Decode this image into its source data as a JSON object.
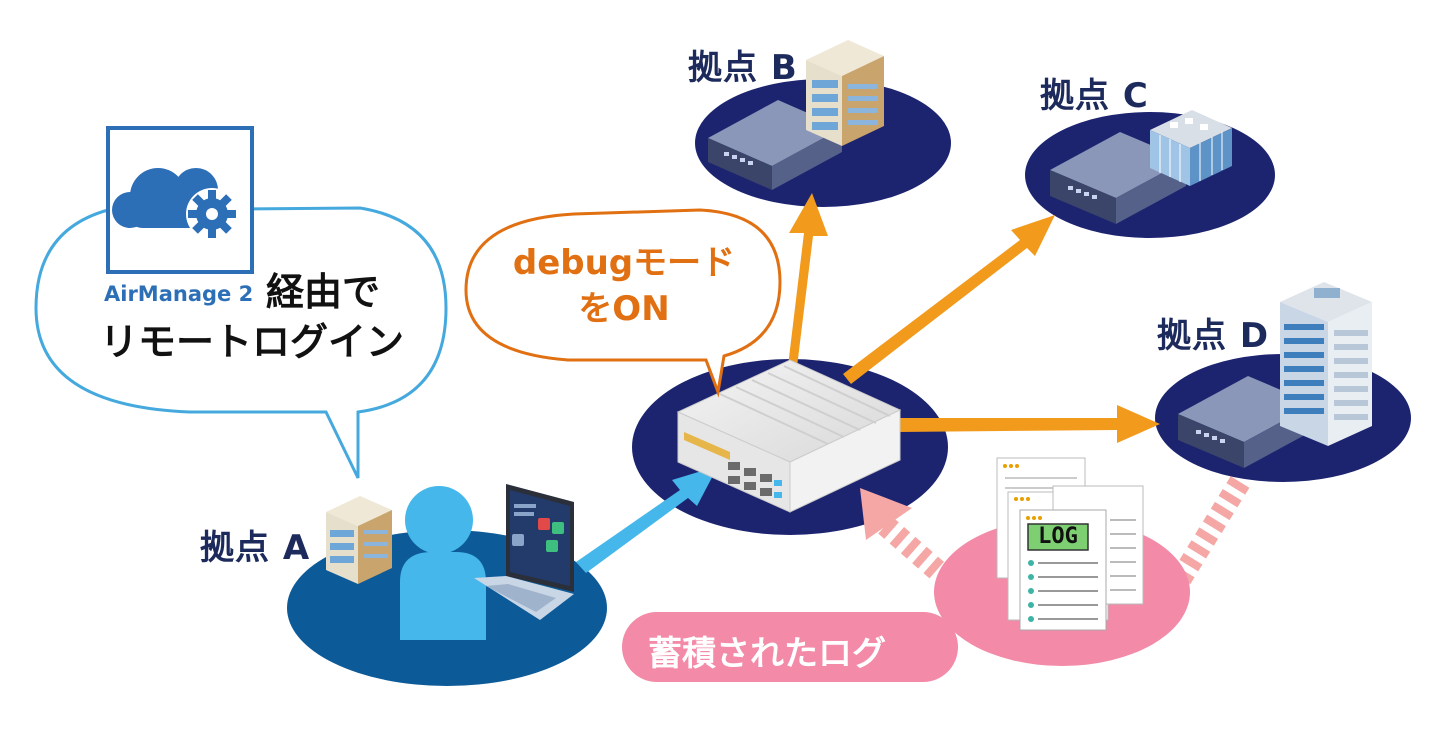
{
  "sites": {
    "a": {
      "label": "拠点 A"
    },
    "b": {
      "label": "拠点 B"
    },
    "c": {
      "label": "拠点 C"
    },
    "d": {
      "label": "拠点 D"
    }
  },
  "airmanage": {
    "logo_text": "AirManage 2",
    "bubble_line1_suffix": "経由で",
    "bubble_line2": "リモートログイン"
  },
  "debug_bubble": {
    "line1": "debugモード",
    "line2": "をON"
  },
  "logs": {
    "doc_label": "LOG",
    "caption": "蓄積されたログ"
  },
  "colors": {
    "site_ellipse": "#1c2470",
    "user_ellipse": "#0c5a98",
    "orange_arrow": "#f29a1c",
    "blue_arrow": "#45b7ea",
    "log_pink": "#f28aa8",
    "airmanage_blue": "#2c6fb7",
    "debug_orange": "#e07012"
  }
}
